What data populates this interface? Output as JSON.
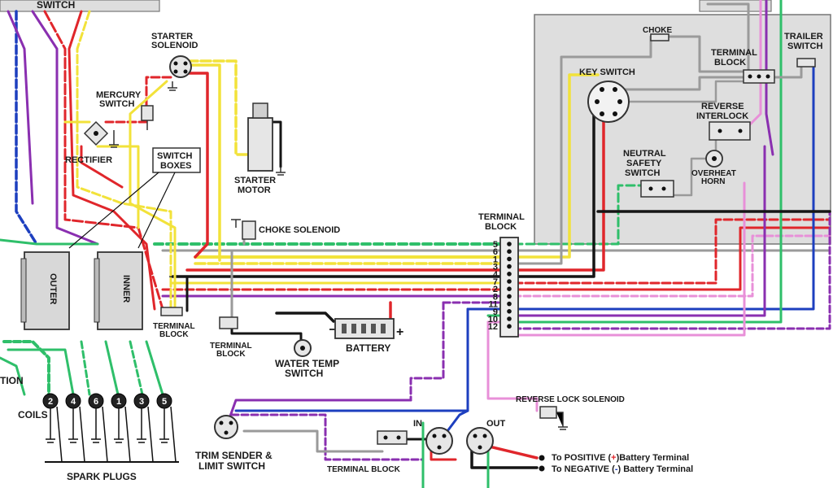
{
  "labels": {
    "switch_top": "SWITCH",
    "starter_solenoid_1": "STARTER",
    "starter_solenoid_2": "SOLENOID",
    "mercury_switch_1": "MERCURY",
    "mercury_switch_2": "SWITCH",
    "rectifier": "RECTIFIER",
    "switch_boxes_1": "SWITCH",
    "switch_boxes_2": "BOXES",
    "starter_motor_1": "STARTER",
    "starter_motor_2": "MOTOR",
    "choke_solenoid": "CHOKE SOLENOID",
    "outer": "OUTER",
    "inner": "INNER",
    "terminal_block_small_1": "TERMINAL",
    "terminal_block_small_2": "BLOCK",
    "terminal_block_left_1": "TERMINAL",
    "terminal_block_left_2": "BLOCK",
    "water_temp_1": "WATER TEMP",
    "water_temp_2": "SWITCH",
    "battery": "BATTERY",
    "ignition_partial": "TION",
    "coils": "COILS",
    "spark_plugs": "SPARK PLUGS",
    "terminal_block_main_1": "TERMINAL",
    "terminal_block_main_2": "BLOCK",
    "choke": "CHOKE",
    "key_switch": "KEY SWITCH",
    "terminal_block_panel_1": "TERMINAL",
    "terminal_block_panel_2": "BLOCK",
    "trailer_switch_1": "TRAILER",
    "trailer_switch_2": "SWITCH",
    "reverse_interlock_1": "REVERSE",
    "reverse_interlock_2": "INTERLOCK",
    "neutral_safety_1": "NEUTRAL",
    "neutral_safety_2": "SAFETY",
    "neutral_safety_3": "SWITCH",
    "overheat_horn_1": "OVERHEAT",
    "overheat_horn_2": "HORN",
    "reverse_lock_solenoid": "REVERSE LOCK SOLENOID",
    "trim_sender_1": "TRIM SENDER &",
    "trim_sender_2": "LIMIT SWITCH",
    "terminal_block_bottom": "TERMINAL BLOCK",
    "in": "IN",
    "out": "OUT",
    "positive_pre": "To POSITIVE (",
    "positive_sign": "+",
    "positive_post": ")Battery Terminal",
    "negative_pre": "To NEGATIVE (",
    "negative_sign": "-",
    "negative_post": ") Battery Terminal",
    "battery_plus": "+"
  },
  "terminal_numbers": [
    "5",
    "6",
    "1",
    "3",
    "4",
    "7",
    "2",
    "8",
    "11",
    "9",
    "10",
    "12"
  ],
  "coil_numbers": [
    "2",
    "4",
    "6",
    "1",
    "3",
    "5"
  ],
  "colors": {
    "red": "#e0262b",
    "yellow": "#f2e23a",
    "purple": "#8a2fb0",
    "blue": "#1d3fbf",
    "green": "#2fbf6a",
    "black": "#151515",
    "gray": "#9a9a9a",
    "pink": "#e890d8",
    "panel": "#dedede"
  }
}
